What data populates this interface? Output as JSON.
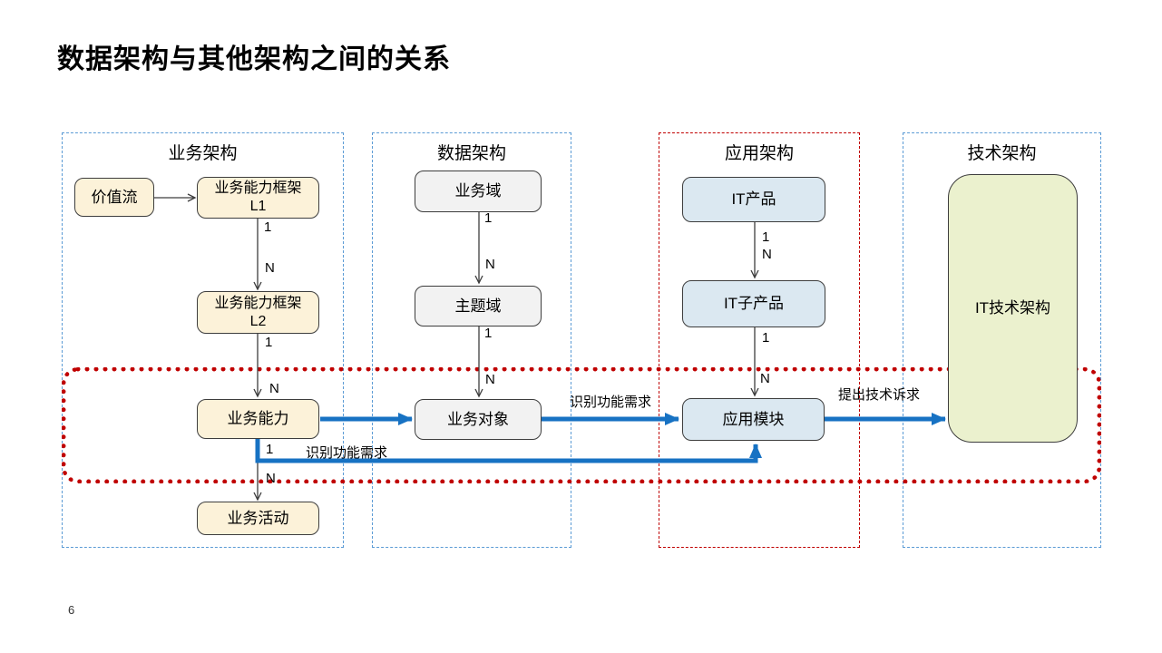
{
  "title": "数据架构与其他架构之间的关系",
  "page_number": "6",
  "columns": [
    {
      "label": "业务架构"
    },
    {
      "label": "数据架构"
    },
    {
      "label": "应用架构"
    },
    {
      "label": "技术架构"
    }
  ],
  "nodes": {
    "value_stream": {
      "label": "价值流"
    },
    "capability_l1": {
      "line1": "业务能力框架",
      "line2": "L1"
    },
    "capability_l2": {
      "line1": "业务能力框架",
      "line2": "L2"
    },
    "business_capability": {
      "label": "业务能力"
    },
    "business_activity": {
      "label": "业务活动"
    },
    "business_domain": {
      "label": "业务域"
    },
    "subject_domain": {
      "label": "主题域"
    },
    "business_object": {
      "label": "业务对象"
    },
    "it_product": {
      "label": "IT产品"
    },
    "it_subproduct": {
      "label": "IT子产品"
    },
    "app_module": {
      "label": "应用模块"
    },
    "it_tech_architecture": {
      "label": "IT技术架构"
    }
  },
  "multiplicity": {
    "one": "1",
    "many": "N"
  },
  "flow_labels": {
    "identify_requirements": "识别功能需求",
    "raise_tech_demands": "提出技术诉求"
  },
  "colors": {
    "business_box": "#FCF2D9",
    "data_box": "#F2F2F2",
    "app_box": "#DBE8F1",
    "tech_box": "#EBF1CE",
    "flow_arrow": "#1772C3",
    "highlight_border": "#C00000",
    "column_border": "#5B9BD5"
  }
}
